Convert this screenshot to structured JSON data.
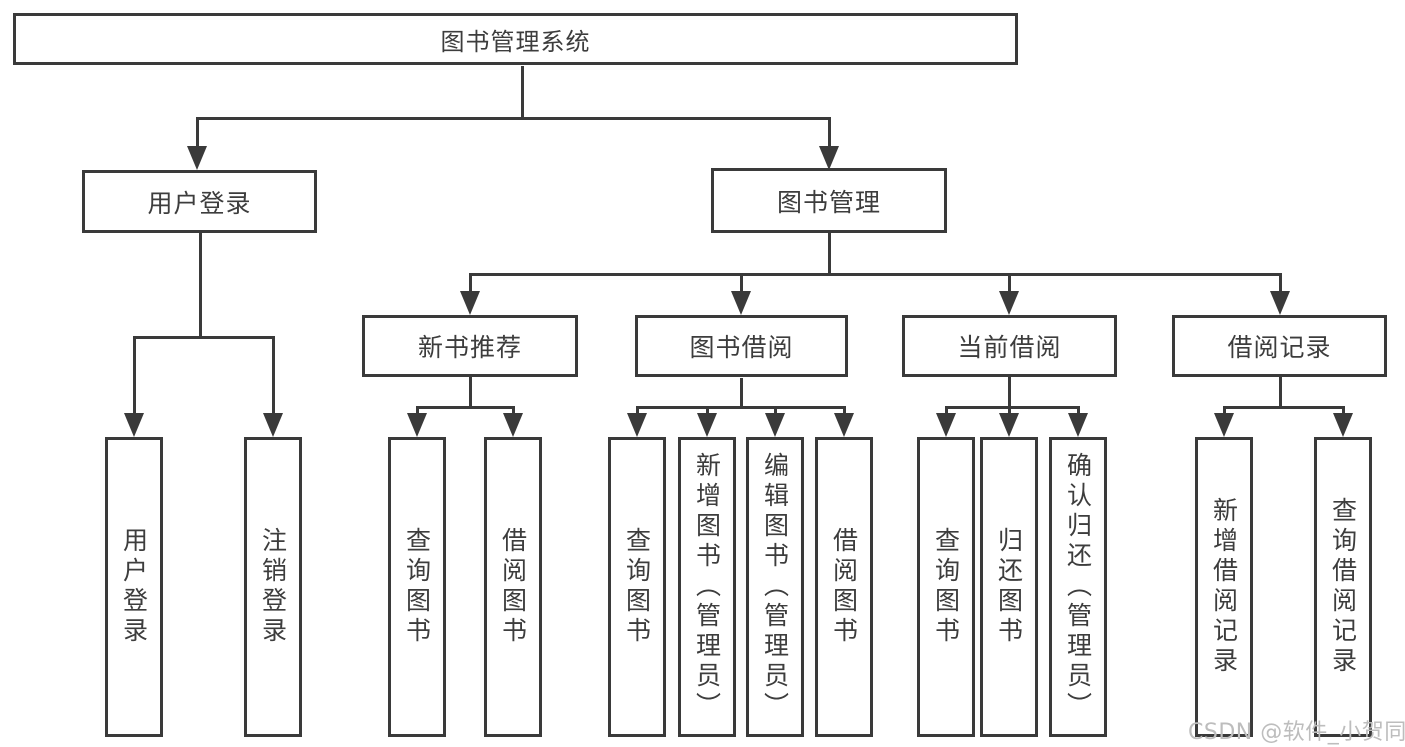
{
  "diagram": {
    "root": {
      "label": "图书管理系统",
      "children": [
        {
          "label": "用户登录",
          "children": [
            {
              "label": "用户登录"
            },
            {
              "label": "注销登录"
            }
          ]
        },
        {
          "label": "图书管理",
          "children": [
            {
              "label": "新书推荐",
              "children": [
                {
                  "label": "查询图书"
                },
                {
                  "label": "借阅图书"
                }
              ]
            },
            {
              "label": "图书借阅",
              "children": [
                {
                  "label": "查询图书"
                },
                {
                  "label": "新增图书（管理员）"
                },
                {
                  "label": "编辑图书（管理员）"
                },
                {
                  "label": "借阅图书"
                }
              ]
            },
            {
              "label": "当前借阅",
              "children": [
                {
                  "label": "查询图书"
                },
                {
                  "label": "归还图书"
                },
                {
                  "label": "确认归还（管理员）"
                }
              ]
            },
            {
              "label": "借阅记录",
              "children": [
                {
                  "label": "新增借阅记录"
                },
                {
                  "label": "查询借阅记录"
                }
              ]
            }
          ]
        }
      ]
    }
  },
  "watermark": {
    "text": "CSDN @软件_小贺同学"
  },
  "colors": {
    "line": "#3a3a3a",
    "text": "#3d3d3d",
    "box_background": "#ffffff",
    "watermark": "#bdbdbd",
    "background": "#ffffff"
  }
}
